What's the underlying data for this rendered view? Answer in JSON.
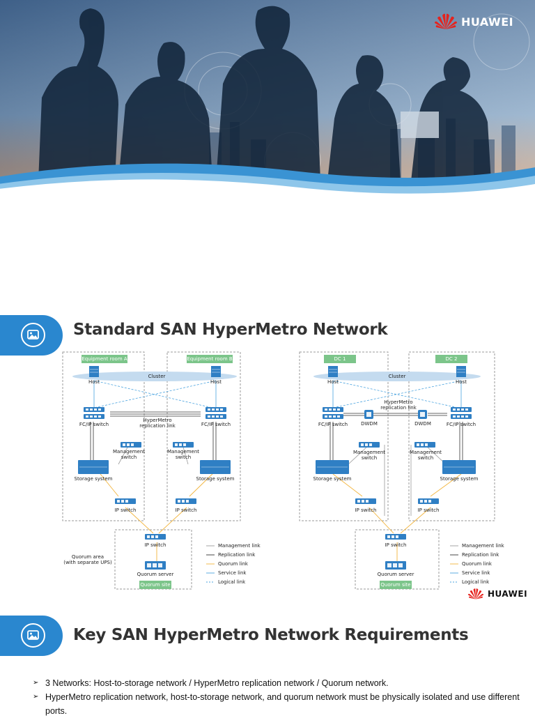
{
  "brand": {
    "name": "HUAWEI",
    "color": "#e5231e"
  },
  "colors": {
    "accent": "#2a87cf",
    "title": "#333333",
    "group_tag": "#7cc58a"
  },
  "sections": [
    {
      "title": "Standard SAN HyperMetro Network",
      "icon": "image-icon"
    },
    {
      "title": "Key SAN HyperMetro Network Requirements",
      "icon": "image-icon"
    }
  ],
  "diagram_left": {
    "rooms": [
      "Equipment room A",
      "Equipment room B"
    ],
    "cluster": "Cluster",
    "host": "Host",
    "fc_switch": "FC/IP switch",
    "replication": [
      "HyperMetro",
      "replication link"
    ],
    "management": [
      "Management",
      "switch"
    ],
    "storage": "Storage system",
    "ip_switch": "IP switch",
    "quorum_area": [
      "Quorum area",
      "(with separate UPS)"
    ],
    "quorum_server": "Quorum server",
    "quorum_site": "Quorum site"
  },
  "diagram_right": {
    "rooms": [
      "DC 1",
      "DC 2"
    ],
    "cluster": "Cluster",
    "host": "Host",
    "fc_switch": "FC/IP switch",
    "replication": [
      "HyperMetro",
      "replication link"
    ],
    "dwdm": "DWDM",
    "management": [
      "Management",
      "switch"
    ],
    "storage": "Storage system",
    "ip_switch": "IP switch",
    "quorum_server": "Quorum server",
    "quorum_site": "Quorum site"
  },
  "legend": [
    {
      "label": "Management link",
      "color": "#9a9a9a",
      "dash": false
    },
    {
      "label": "Replication link",
      "color": "#333333",
      "dash": false
    },
    {
      "label": "Quorum link",
      "color": "#f2b43c",
      "dash": false
    },
    {
      "label": "Service link",
      "color": "#4aa3df",
      "dash": false
    },
    {
      "label": "Logical link",
      "color": "#4aa3df",
      "dash": true
    }
  ],
  "bullets": [
    "3 Networks: Host-to-storage network / HyperMetro replication network / Quorum network.",
    "HyperMetro replication network, host-to-storage network, and quorum network must be physically isolated and use different ports."
  ]
}
